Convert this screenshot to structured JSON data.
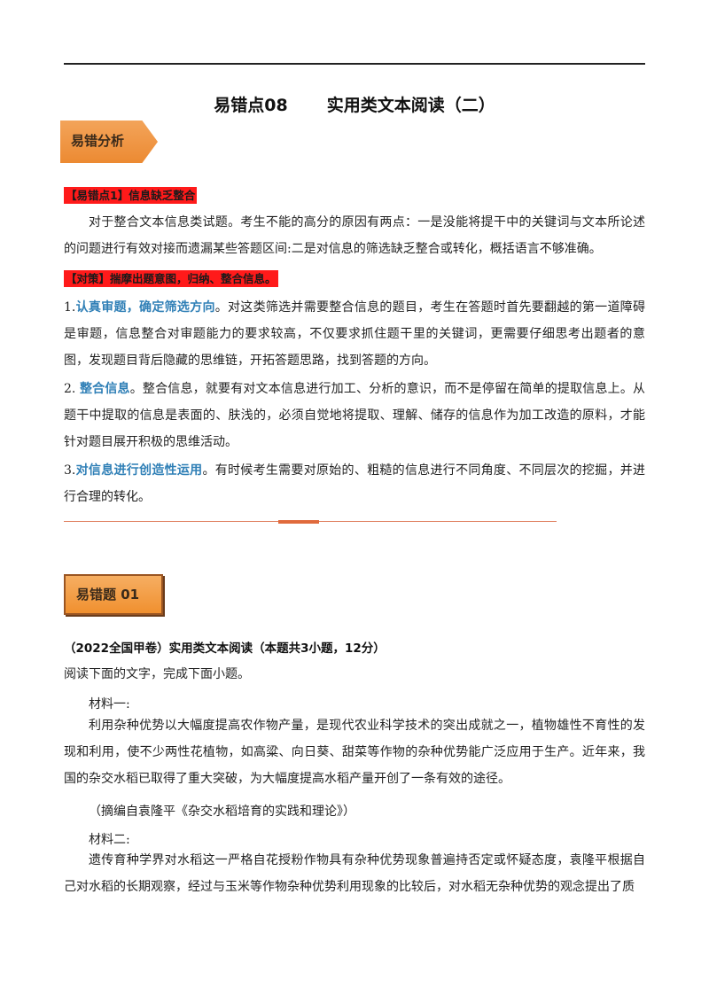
{
  "header": {
    "title_num": "易错点08",
    "title_text": "实用类文本阅读（二）"
  },
  "section_tag": "易错分析",
  "point1": {
    "heading": "【易错点1】信息缺乏整合",
    "body": "对于整合文本信息类试题。考生不能的高分的原因有两点：一是没能将提干中的关键词与文本所论述的问题进行有效对接而遗漏某些答题区间:二是对信息的筛选缺乏整合或转化，概括语言不够准确。"
  },
  "strategy": {
    "heading": "【对策】揣摩出题意图，归纳、整合信息。",
    "items": [
      {
        "num": "1.",
        "key": "认真审题，确定筛选方向",
        "text": "。对这类筛选并需要整合信息的题目，考生在答题时首先要翻越的第一道障碍是审题，信息整合对审题能力的要求较高，不仅要求抓住题干里的关键词，更需要仔细思考出题者的意图，发现题目背后隐藏的思维链，开拓答题思路，找到答题的方向。"
      },
      {
        "num": "2. ",
        "key": "整合信息",
        "text": "。整合信息，就要有对文本信息进行加工、分析的意识，而不是停留在简单的提取信息上。从题干中提取的信息是表面的、肤浅的，必须自觉地将提取、理解、储存的信息作为加工改造的原料，才能针对题目展开积极的思维活动。"
      },
      {
        "num": "3.",
        "key": "对信息进行创造性运用",
        "text": "。有时候考生需要对原始的、粗糙的信息进行不同角度、不同层次的挖掘，并进行合理的转化。"
      }
    ]
  },
  "question_tag": "易错题 01",
  "question": {
    "source": "（2022全国甲卷）实用类文本阅读（本题共3小题，12分）",
    "instruction": "阅读下面的文字，完成下面小题。",
    "material1_label": "材料一:",
    "material1_body": "利用杂种优势以大幅度提高农作物产量，是现代农业科学技术的突出成就之一，植物雄性不育性的发现和利用，使不少两性花植物，如高粱、向日葵、甜菜等作物的杂种优势能广泛应用于生产。近年来，我国的杂交水稻已取得了重大突破，为大幅度提高水稻产量开创了一条有效的途径。",
    "material1_source": "（摘编自袁隆平《杂交水稻培育的实践和理论》）",
    "material2_label": "材料二:",
    "material2_body": "遗传育种学界对水稻这一严格自花授粉作物具有杂种优势现象普遍持否定或怀疑态度，袁隆平根据自己对水稻的长期观察，经过与玉米等作物杂种优势利用现象的比较后，对水稻无杂种优势的观念提出了质"
  }
}
